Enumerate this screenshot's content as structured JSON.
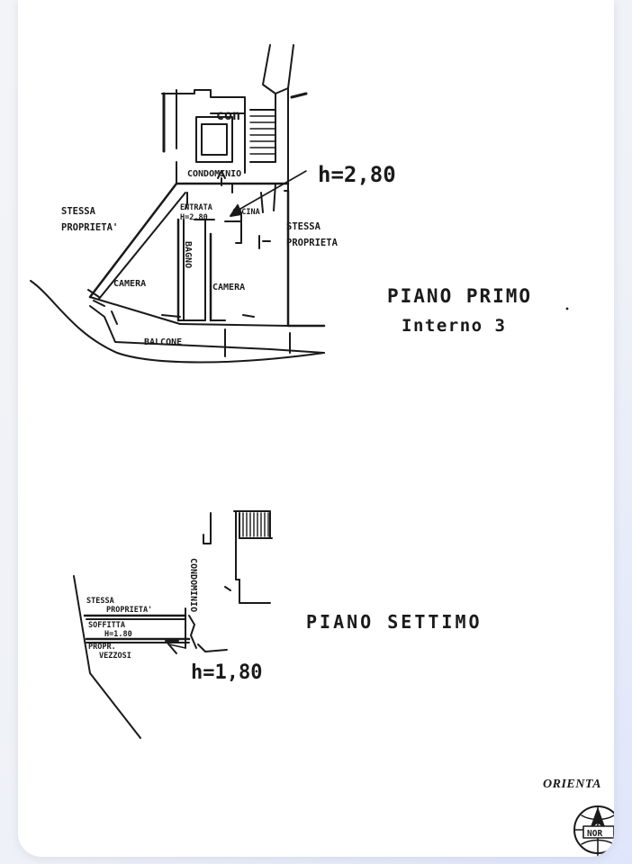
{
  "first_floor": {
    "title": "PIANO PRIMO",
    "subtitle": "Interno 3",
    "height_note": "h=2,80",
    "labels": {
      "staircase": "con",
      "condominium": "CONDOMINIO",
      "entrance": "ENTRATA",
      "entrance_height": "H=2.80",
      "kitchen": "CUCINA",
      "same_property_left_1": "STESSA",
      "same_property_left_2": "PROPRIETA'",
      "same_property_right_1": "STESSA",
      "same_property_right_2": "PROPRIETA",
      "bathroom": "BAGNO",
      "bedroom_left": "CAMERA",
      "bedroom_right": "CAMERA",
      "balcony": "BALCONE"
    }
  },
  "seventh_floor": {
    "title": "PIANO SETTIMO",
    "height_note": "h=1,80",
    "labels": {
      "condominium": "CONDOMINIO",
      "same_property_1": "STESSA",
      "same_property_2": "PROPRIETA'",
      "attic": "SOFFITTA",
      "attic_height": "H=1.80",
      "neighbor_1": "PROPR.",
      "neighbor_2": "VEZZOSI"
    }
  },
  "orientation": {
    "label": "ORIENTA",
    "compass_text": "NOR"
  }
}
